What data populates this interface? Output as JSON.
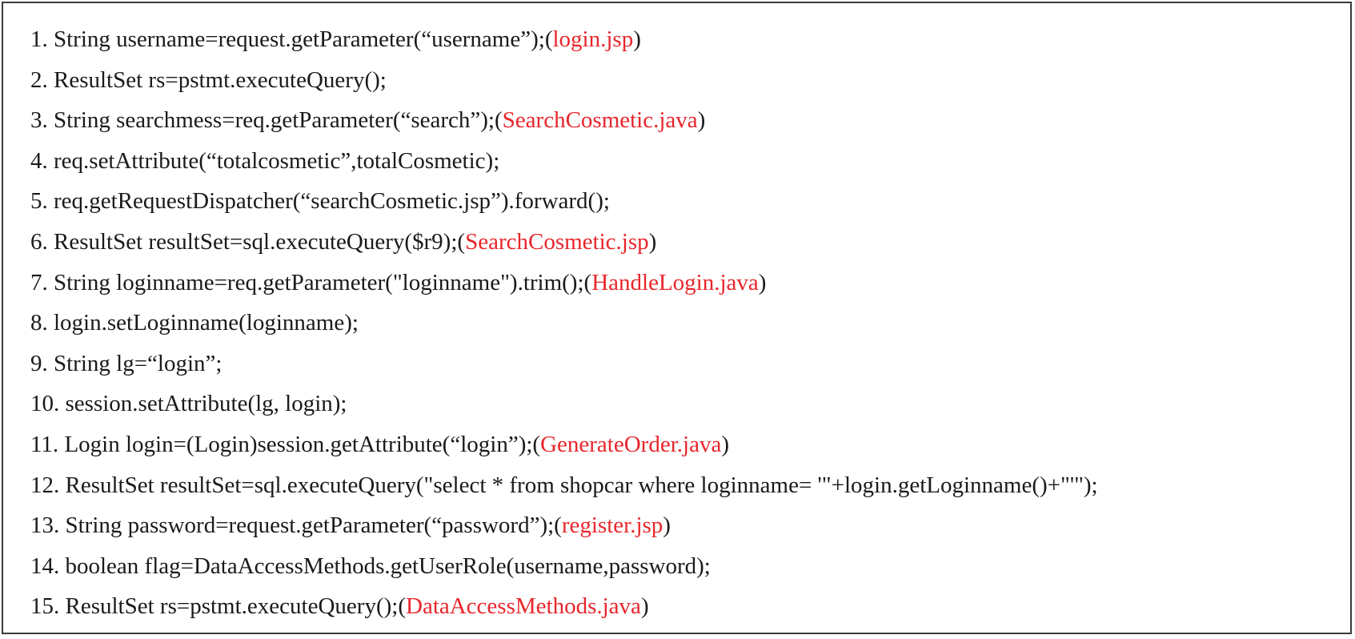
{
  "colors": {
    "text": "#1a1a1a",
    "file_reference": "#e8262b",
    "border": "#3a3a3a"
  },
  "lines": [
    {
      "number": "1.",
      "code": "String username=request.getParameter(“username”);",
      "file": "login.jsp"
    },
    {
      "number": "2.",
      "code": "ResultSet rs=pstmt.executeQuery();",
      "file": ""
    },
    {
      "number": "3.",
      "code": "String searchmess=req.getParameter(“search”);",
      "file": "SearchCosmetic.java"
    },
    {
      "number": "4.",
      "code": "req.setAttribute(“totalcosmetic”,totalCosmetic);",
      "file": ""
    },
    {
      "number": "5.",
      "code": "req.getRequestDispatcher(“searchCosmetic.jsp”).forward();",
      "file": ""
    },
    {
      "number": "6.",
      "code": "ResultSet resultSet=sql.executeQuery($r9);",
      "file": "SearchCosmetic.jsp"
    },
    {
      "number": "7.",
      "code": "String loginname=req.getParameter(\"loginname\").trim();",
      "file": "HandleLogin.java"
    },
    {
      "number": "8.",
      "code": "login.setLoginname(loginname);",
      "file": ""
    },
    {
      "number": "9.",
      "code": "String lg=“login”;",
      "file": ""
    },
    {
      "number": "10.",
      "code": "session.setAttribute(lg, login);",
      "file": ""
    },
    {
      "number": "11.",
      "code": "Login login=(Login)session.getAttribute(“login”);",
      "file": "GenerateOrder.java"
    },
    {
      "number": "12.",
      "code": "ResultSet resultSet=sql.executeQuery(\"select * from shopcar where loginname= '\"+login.getLoginname()+\"'\");",
      "file": ""
    },
    {
      "number": "13.",
      "code": "String password=request.getParameter(“password”);",
      "file": "register.jsp"
    },
    {
      "number": "14.",
      "code": "boolean flag=DataAccessMethods.getUserRole(username,password);",
      "file": ""
    },
    {
      "number": "15.",
      "code": "ResultSet rs=pstmt.executeQuery();",
      "file": "DataAccessMethods.java"
    }
  ]
}
